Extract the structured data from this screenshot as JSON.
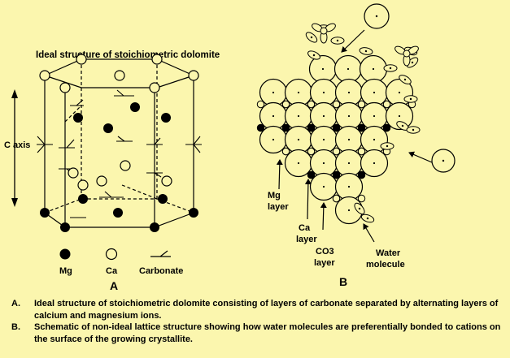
{
  "panel_a": {
    "title": "Ideal structure of stoichiometric dolomite",
    "axis_label": "C axis",
    "legend": {
      "mg": "Mg",
      "ca": "Ca",
      "carbonate": "Carbonate"
    },
    "letter": "A"
  },
  "panel_b": {
    "letter": "B",
    "labels": {
      "mg_line1": "Mg",
      "mg_line2": "layer",
      "ca_line1": "Ca",
      "ca_line2": "layer",
      "co3_line1": "CO3",
      "co3_line2": "layer",
      "water_line1": "Water",
      "water_line2": "molecule"
    }
  },
  "captions": [
    {
      "marker": "A.",
      "text": "Ideal structure of stoichiometric dolomite consisting of layers of carbonate separated by alternating layers of calcium and magnesium ions."
    },
    {
      "marker": "B.",
      "text": "Schematic of non-ideal lattice structure showing how water molecules are preferentially bonded to cations on the surface of the growing crystallite."
    }
  ]
}
